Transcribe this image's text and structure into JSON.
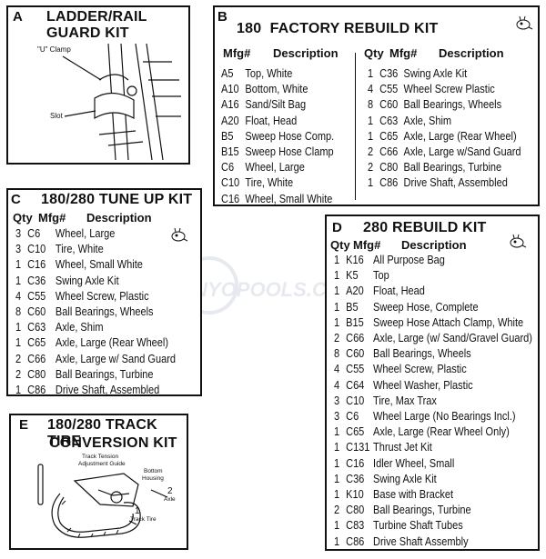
{
  "watermark": "INYOPOOLS.COM",
  "A": {
    "letter": "A",
    "title_line1": "LADDER/RAIL",
    "title_line2": "GUARD KIT",
    "clamp_label": "\"U\" Clamp",
    "slot_label": "Slot"
  },
  "B": {
    "letter": "B",
    "title": "180  FACTORY REBUILD KIT",
    "left_headers": {
      "mfg": "Mfg#",
      "desc": "Description"
    },
    "right_headers": {
      "qty": "Qty",
      "mfg": "Mfg#",
      "desc": "Description"
    },
    "left_items": [
      {
        "mfg": "A5",
        "desc": "Top, White"
      },
      {
        "mfg": "A10",
        "desc": "Bottom, White"
      },
      {
        "mfg": "A16",
        "desc": "Sand/Silt Bag"
      },
      {
        "mfg": "A20",
        "desc": "Float, Head"
      },
      {
        "mfg": "B5",
        "desc": "Sweep Hose Comp."
      },
      {
        "mfg": "B15",
        "desc": "Sweep Hose Clamp"
      },
      {
        "mfg": "C6",
        "desc": "Wheel, Large"
      },
      {
        "mfg": "C10",
        "desc": "Tire, White"
      },
      {
        "mfg": "C16",
        "desc": "Wheel, Small White"
      }
    ],
    "right_items": [
      {
        "qty": "1",
        "mfg": "C36",
        "desc": "Swing Axle Kit"
      },
      {
        "qty": "4",
        "mfg": "C55",
        "desc": "Wheel Screw Plastic"
      },
      {
        "qty": "8",
        "mfg": "C60",
        "desc": "Ball Bearings, Wheels"
      },
      {
        "qty": "1",
        "mfg": "C63",
        "desc": "Axle, Shim"
      },
      {
        "qty": "1",
        "mfg": "C65",
        "desc": "Axle, Large (Rear Wheel)"
      },
      {
        "qty": "2",
        "mfg": "C66",
        "desc": "Axle, Large w/Sand Guard"
      },
      {
        "qty": "2",
        "mfg": "C80",
        "desc": "Ball Bearings, Turbine"
      },
      {
        "qty": "1",
        "mfg": "C86",
        "desc": "Drive Shaft, Assembled"
      }
    ]
  },
  "C": {
    "letter": "C",
    "title": "180/280 TUNE UP KIT",
    "headers": {
      "qty": "Qty",
      "mfg": "Mfg#",
      "desc": "Description"
    },
    "items": [
      {
        "qty": "3",
        "mfg": "C6",
        "desc": "Wheel, Large"
      },
      {
        "qty": "3",
        "mfg": "C10",
        "desc": "Tire, White"
      },
      {
        "qty": "1",
        "mfg": "C16",
        "desc": "Wheel, Small White"
      },
      {
        "qty": "1",
        "mfg": "C36",
        "desc": "Swing Axle Kit"
      },
      {
        "qty": "4",
        "mfg": "C55",
        "desc": "Wheel Screw, Plastic"
      },
      {
        "qty": "8",
        "mfg": "C60",
        "desc": "Ball Bearings, Wheels"
      },
      {
        "qty": "1",
        "mfg": "C63",
        "desc": "Axle, Shim"
      },
      {
        "qty": "1",
        "mfg": "C65",
        "desc": "Axle, Large (Rear Wheel)"
      },
      {
        "qty": "2",
        "mfg": "C66",
        "desc": "Axle, Large w/ Sand Guard"
      },
      {
        "qty": "2",
        "mfg": "C80",
        "desc": "Ball Bearings, Turbine"
      },
      {
        "qty": "1",
        "mfg": "C86",
        "desc": "Drive Shaft, Assembled"
      }
    ]
  },
  "D": {
    "letter": "D",
    "title": "280 REBUILD KIT",
    "headers": {
      "qty": "Qty",
      "mfg": "Mfg#",
      "desc": "Description"
    },
    "items": [
      {
        "qty": "1",
        "mfg": "K16",
        "desc": "All Purpose Bag"
      },
      {
        "qty": "1",
        "mfg": "K5",
        "desc": "Top"
      },
      {
        "qty": "1",
        "mfg": "A20",
        "desc": "Float, Head"
      },
      {
        "qty": "1",
        "mfg": "B5",
        "desc": "Sweep Hose, Complete"
      },
      {
        "qty": "1",
        "mfg": "B15",
        "desc": "Sweep Hose Attach Clamp, White"
      },
      {
        "qty": "2",
        "mfg": "C66",
        "desc": "Axle, Large (w/ Sand/Gravel Guard)"
      },
      {
        "qty": "8",
        "mfg": "C60",
        "desc": "Ball Bearings, Wheels"
      },
      {
        "qty": "4",
        "mfg": "C55",
        "desc": "Wheel Screw, Plastic"
      },
      {
        "qty": "4",
        "mfg": "C64",
        "desc": "Wheel Washer, Plastic"
      },
      {
        "qty": "3",
        "mfg": "C10",
        "desc": "Tire, Max Trax"
      },
      {
        "qty": "3",
        "mfg": "C6",
        "desc": "Wheel Large (No Bearings Incl.)"
      },
      {
        "qty": "1",
        "mfg": "C65",
        "desc": "Axle, Large (Rear Wheel Only)"
      },
      {
        "qty": "1",
        "mfg": "C131",
        "desc": "Thrust Jet Kit"
      },
      {
        "qty": "1",
        "mfg": "C16",
        "desc": "Idler Wheel, Small"
      },
      {
        "qty": "1",
        "mfg": "C36",
        "desc": "Swing Axle Kit"
      },
      {
        "qty": "1",
        "mfg": "K10",
        "desc": "Base with Bracket"
      },
      {
        "qty": "2",
        "mfg": "C80",
        "desc": "Ball Bearings, Turbine"
      },
      {
        "qty": "1",
        "mfg": "C83",
        "desc": "Turbine Shaft Tubes"
      },
      {
        "qty": "1",
        "mfg": "C86",
        "desc": "Drive Shaft Assembly"
      }
    ]
  },
  "E": {
    "letter": "E",
    "title_line1": "180/280 TRACK TIRE",
    "title_line2": "CONVERSION KIT",
    "guide_label_1": "Track Tension",
    "guide_label_2": "Adjustment Guide",
    "housing_label_1": "Bottom",
    "housing_label_2": "Housing",
    "axle_qty": "2",
    "axle_label": "Axle",
    "tire_qty": "1",
    "tire_label": "Track Tire"
  }
}
